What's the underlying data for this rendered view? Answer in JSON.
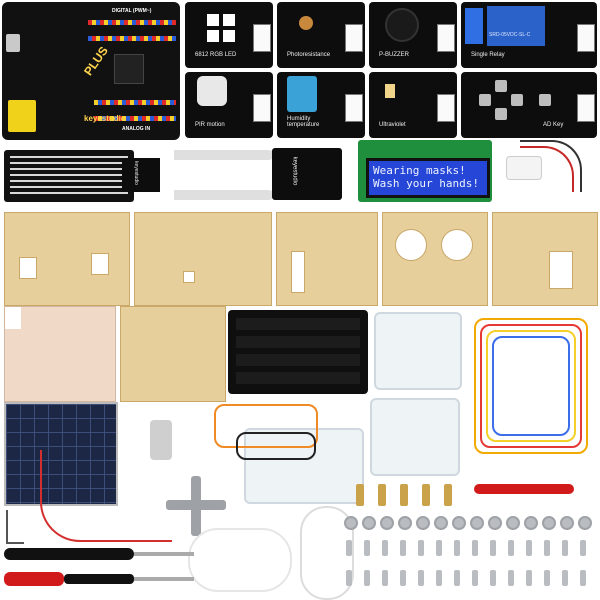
{
  "board": {
    "brand": "keyestudio",
    "model": "PLUS",
    "header_label": "DIGITAL (PWM~)",
    "analog_label": "ANALOG IN"
  },
  "modules": {
    "rgb_led": "6812 RGB LED",
    "photoresistance": "Photoresistance",
    "buzzer": "P-BUZZER",
    "relay": "Single Relay",
    "pir": "PIR motion",
    "humidity": "Humidity temperature",
    "ultraviolet": "Ultraviolet",
    "ad_key": "AD Key",
    "relay_body": "SRD-05VDC-SL-C"
  },
  "sensors": {
    "rain": "keyestudio",
    "soil": "keyestudio"
  },
  "lcd": {
    "line1": "Wearing masks!",
    "line2": "Wash your hands!"
  },
  "colors": {
    "lcd_bg": "#2546d6",
    "wood": "#e7cf9c",
    "acrylic": "#f0d9c6",
    "board": "#111111",
    "screwdriver_red": "#d11a1a"
  }
}
